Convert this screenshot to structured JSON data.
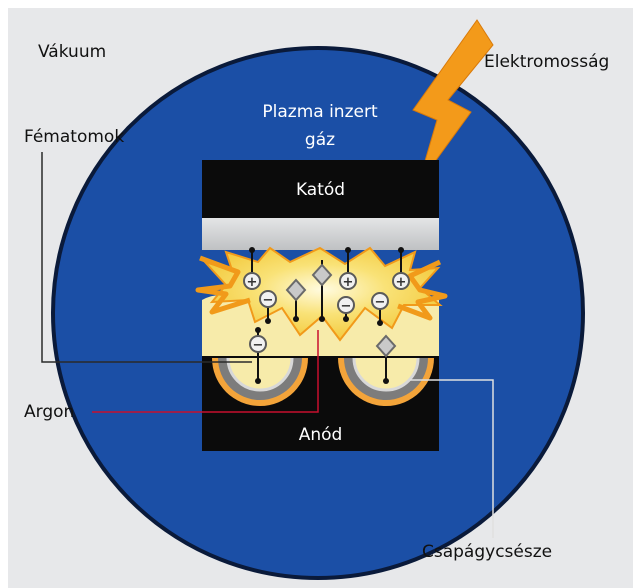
{
  "labels": {
    "vacuum": "Vákuum",
    "electricity": "Elektromosság",
    "plasma": "Plazma inzert gáz",
    "metal_atoms": "Fématomok",
    "cathode": "Katód",
    "argon": "Argon",
    "anode": "Anód",
    "bearing_shell": "Csapágycsésze"
  },
  "colors": {
    "background": "#e7e8ea",
    "chamber": "#1b4fa6",
    "chamber_outline": "#0a1a3a",
    "electrode": "#0b0b0b",
    "target_plate": "#cfd1d3",
    "plasma_glow": "#f7d53d",
    "spark": "#f19a1a",
    "lightning": "#f39a1a",
    "argon_line": "#c8102e"
  },
  "particles": {
    "positive_ion": "+",
    "electron": "−"
  }
}
